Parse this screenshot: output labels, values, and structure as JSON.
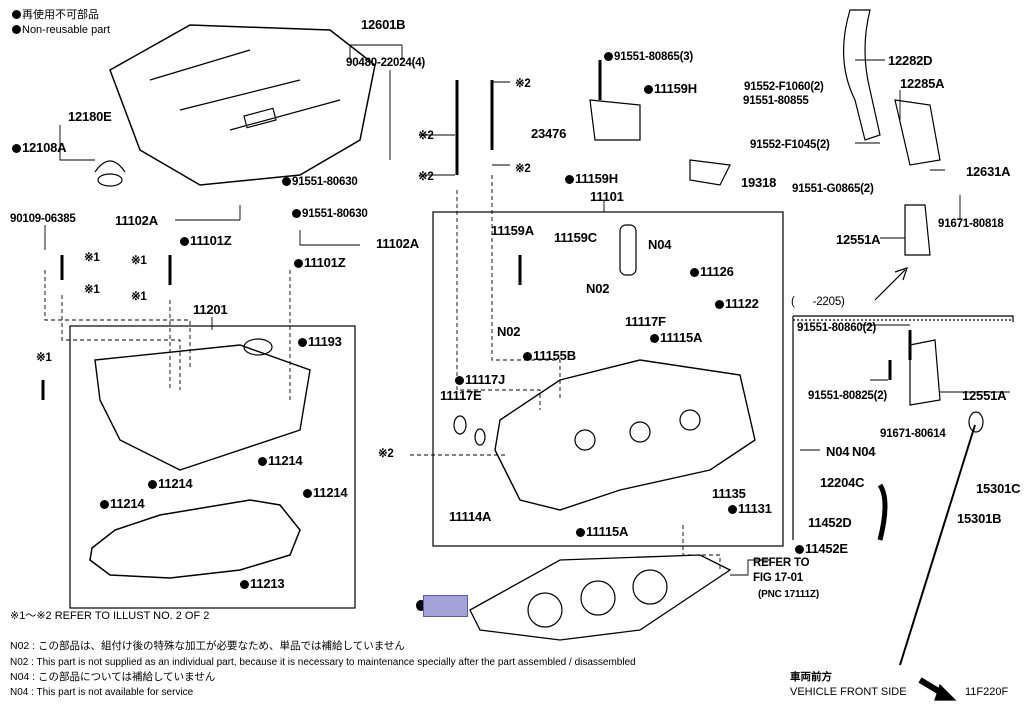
{
  "legend": {
    "jp": "再使用不可部品",
    "en": "Non-reusable part"
  },
  "labels": [
    {
      "text": "12601B"
    },
    {
      "text": "90480-22024(4)"
    },
    {
      "text": "12180E"
    },
    {
      "text": "12108A"
    },
    {
      "text": "90109-06385"
    },
    {
      "text": "※1"
    },
    {
      "text": "※1"
    },
    {
      "text": "※1"
    },
    {
      "text": "※1"
    },
    {
      "text": "11102A"
    },
    {
      "text": "11101Z"
    },
    {
      "text": "91551-80630"
    },
    {
      "text": "91551-80630"
    },
    {
      "text": "11102A"
    },
    {
      "text": "11101Z"
    },
    {
      "text": "11201"
    },
    {
      "text": "11193"
    },
    {
      "text": "※1"
    },
    {
      "text": "※2"
    },
    {
      "text": "※2"
    },
    {
      "text": "※2"
    },
    {
      "text": "※2"
    },
    {
      "text": "91551-80865(3)"
    },
    {
      "text": "11159H"
    },
    {
      "text": "23476"
    },
    {
      "text": "11159H"
    },
    {
      "text": "19318"
    },
    {
      "text": "12282D"
    },
    {
      "text": "91552-F1060(2)"
    },
    {
      "text": "91551-80855"
    },
    {
      "text": "12285A"
    },
    {
      "text": "91552-F1045(2)"
    },
    {
      "text": "12631A"
    },
    {
      "text": "91551-G0865(2)"
    },
    {
      "text": "91671-80818"
    },
    {
      "text": "12551A"
    },
    {
      "text": "11101"
    },
    {
      "text": "11159A"
    },
    {
      "text": "11159C"
    },
    {
      "text": "N04"
    },
    {
      "text": "11126"
    },
    {
      "text": "11122"
    },
    {
      "text": "N02"
    },
    {
      "text": "N02"
    },
    {
      "text": "11117F"
    },
    {
      "text": "11115A"
    },
    {
      "text": "11155B"
    },
    {
      "text": "11117J"
    },
    {
      "text": "11117E"
    },
    {
      "text": "※2"
    },
    {
      "text": "11214"
    },
    {
      "text": "11214"
    },
    {
      "text": "11214"
    },
    {
      "text": "11214"
    },
    {
      "text": "11135"
    },
    {
      "text": "11131"
    },
    {
      "text": "11114A"
    },
    {
      "text": "11115A"
    },
    {
      "text": "11213"
    },
    {
      "text": "REFER TO"
    },
    {
      "text": "FIG 17-01"
    },
    {
      "text": "(PNC 17111Z)"
    },
    {
      "text": "(      -2205)"
    },
    {
      "text": "91551-80860(2)"
    },
    {
      "text": "91551-80825(2)"
    },
    {
      "text": "12551A"
    },
    {
      "text": "91671-80614"
    },
    {
      "text": "N04"
    },
    {
      "text": "N04"
    },
    {
      "text": "12204C"
    },
    {
      "text": "15301C"
    },
    {
      "text": "11452D"
    },
    {
      "text": "15301B"
    },
    {
      "text": "11452E"
    }
  ],
  "refer_note": "※1～※2  REFER TO ILLUST NO. 2 OF 2",
  "notes": [
    "N02 : この部品は、組付け後の特殊な加工が必要なため、単品では補給していません",
    "N02 : This part is not supplied as an individual part, because it is necessary to maintenance specially after the part assembled / disassembled",
    "N04 : この部品については補給していません",
    "N04 : This part is not available for service"
  ],
  "front": {
    "jp": "車両前方",
    "en": "VEHICLE FRONT SIDE"
  },
  "figure_code": "11F220F",
  "highlight_color": "#a3a3d8"
}
